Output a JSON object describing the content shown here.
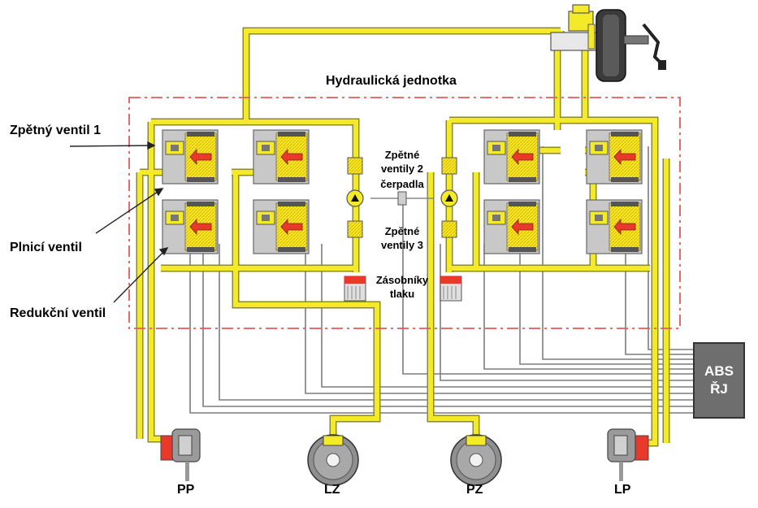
{
  "title": "Hydraulická jednotka",
  "left_labels": {
    "check_valve_1": "Zpětný ventil 1",
    "inlet_valve": "Plnicí ventil",
    "reduction_valve": "Redukční ventil"
  },
  "center_labels": {
    "check_valves_2_line1": "Zpětné",
    "check_valves_2_line2": "ventily 2",
    "pump": "čerpadla",
    "check_valves_3_line1": "Zpětné",
    "check_valves_3_line2": "ventily 3",
    "accumulators_line1": "Zásobníky",
    "accumulators_line2": "tlaku"
  },
  "control_unit": {
    "line1": "ABS",
    "line2": "ŘJ"
  },
  "wheels": [
    {
      "code": "PP",
      "type": "caliper"
    },
    {
      "code": "LZ",
      "type": "drum"
    },
    {
      "code": "PZ",
      "type": "drum"
    },
    {
      "code": "LP",
      "type": "caliper"
    }
  ],
  "colors": {
    "brake_line": "#f5ea2a",
    "line_outline": "#8a8a2a",
    "valve_body": "#c8c8c8",
    "valve_red": "#e8392a",
    "frame_dash": "#e35a5a",
    "signal_wire": "#7d7d7d",
    "control_unit": "#6e6e6e"
  }
}
